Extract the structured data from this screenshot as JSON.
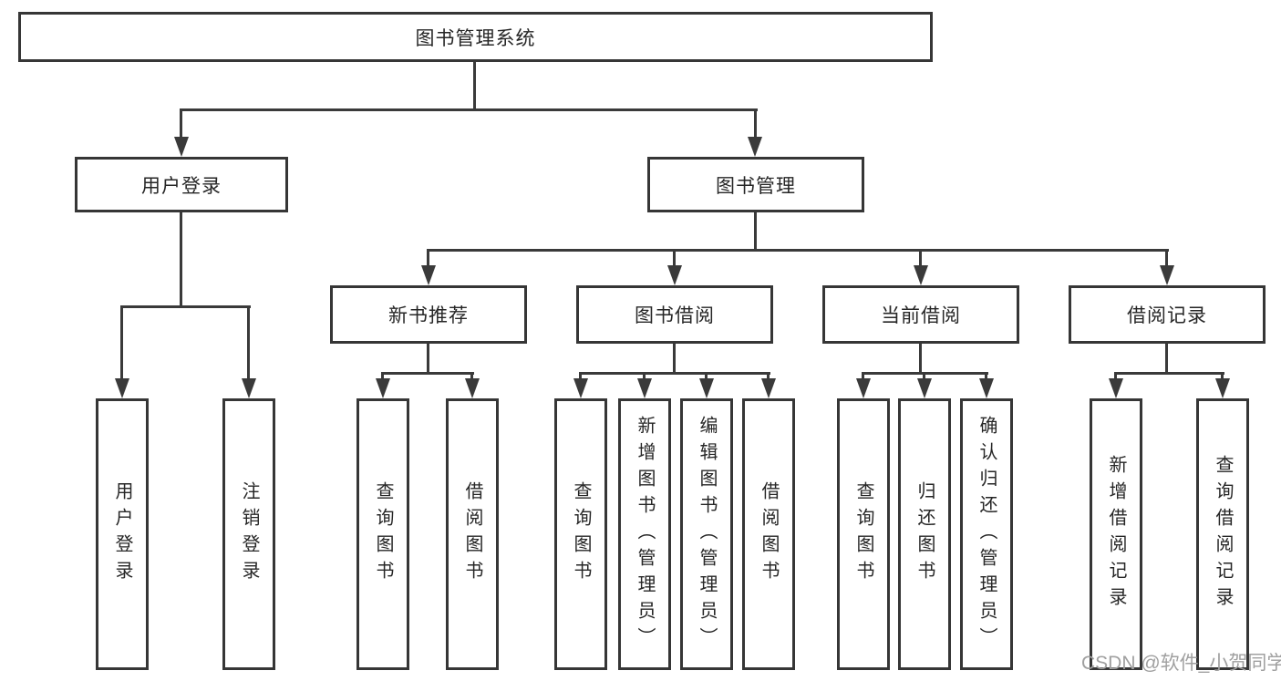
{
  "diagram": {
    "root": {
      "label": "图书管理系统"
    },
    "user_login": {
      "label": "用户登录",
      "children": [
        {
          "label": "用户登录"
        },
        {
          "label": "注销登录"
        }
      ]
    },
    "book_mgmt": {
      "label": "图书管理",
      "sections": [
        {
          "label": "新书推荐",
          "children": [
            {
              "label": "查询图书"
            },
            {
              "label": "借阅图书"
            }
          ]
        },
        {
          "label": "图书借阅",
          "children": [
            {
              "label": "查询图书"
            },
            {
              "label": "新增图书（管理员）"
            },
            {
              "label": "编辑图书（管理员）"
            },
            {
              "label": "借阅图书"
            }
          ]
        },
        {
          "label": "当前借阅",
          "children": [
            {
              "label": "查询图书"
            },
            {
              "label": "归还图书"
            },
            {
              "label": "确认归还（管理员）"
            }
          ]
        },
        {
          "label": "借阅记录",
          "children": [
            {
              "label": "新增借阅记录"
            },
            {
              "label": "查询借阅记录"
            }
          ]
        }
      ]
    }
  },
  "watermark": "CSDN @软件_小贺同学",
  "colors": {
    "line": "#3a3a3a",
    "border": "#363636",
    "text": "#262626",
    "watermark": "#a0a0a0",
    "background": "#ffffff"
  }
}
